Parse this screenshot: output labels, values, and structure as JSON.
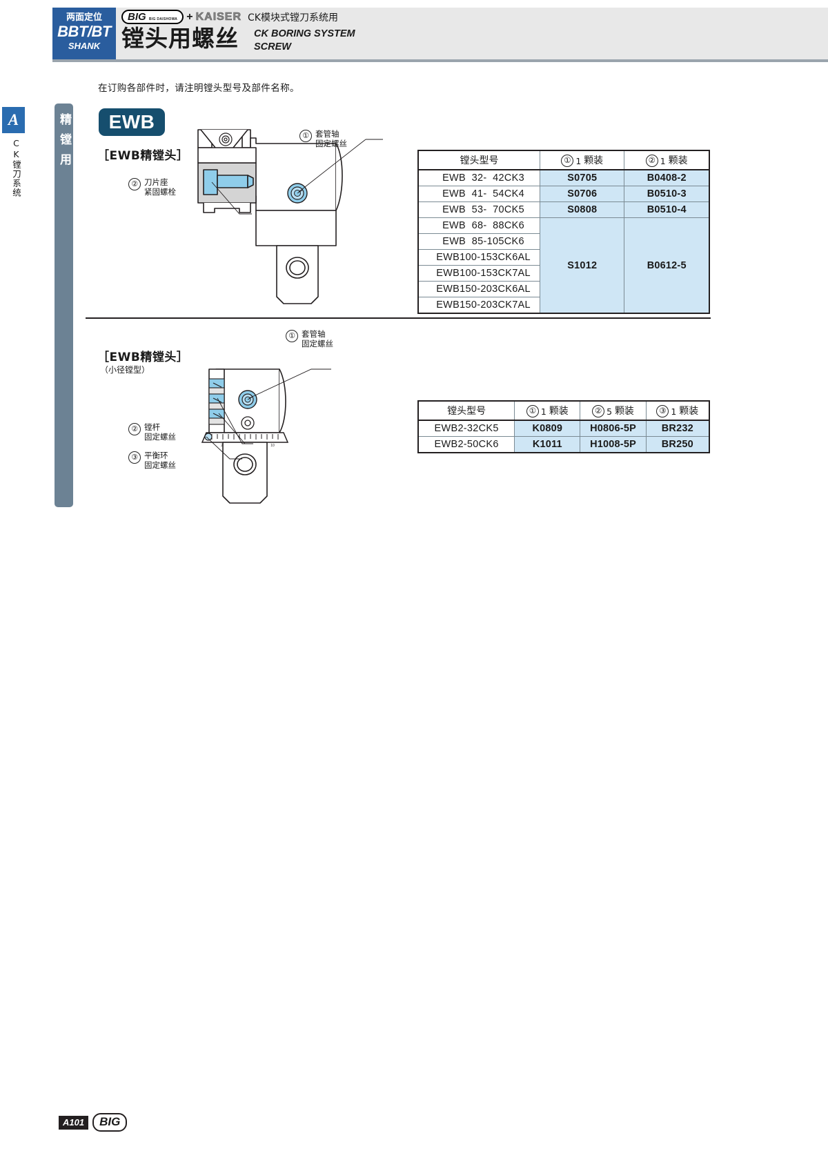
{
  "header": {
    "badge_line1": "两面定位",
    "badge_line2": "BBT/BT",
    "badge_line3": "SHANK",
    "brand_big": "BIG",
    "brand_big_sub": "BIG DAISHOWA",
    "brand_plus": "+",
    "brand_kaiser": "KAISER",
    "brand_tail": "CK模块式镗刀系统用",
    "title_cn": "镗头用螺丝",
    "title_en_line1": "CK BORING SYSTEM",
    "title_en_line2": "SCREW"
  },
  "sidebar": {
    "tab_letter": "A",
    "tab_label": "CK镗刀系统",
    "vertical_label": "精镗用"
  },
  "note": "在订购各部件时，请注明镗头型号及部件名称。",
  "section1": {
    "badge": "EWB",
    "caption": "［EWB精镗头］",
    "callouts": [
      {
        "num": "①",
        "text": "套管轴\n固定螺丝"
      },
      {
        "num": "②",
        "text": "刀片座\n紧固螺栓"
      }
    ]
  },
  "section2": {
    "caption": "［EWB精镗头］",
    "caption_sub": "（小径镗型）",
    "callouts": [
      {
        "num": "①",
        "text": "套管轴\n固定螺丝"
      },
      {
        "num": "②",
        "text": "镗杆\n固定螺丝"
      },
      {
        "num": "③",
        "text": "平衡环\n固定螺丝"
      }
    ]
  },
  "table1": {
    "headers": [
      {
        "circle": "",
        "cn": "镗头型号",
        "qty": ""
      },
      {
        "circle": "①",
        "cn": "颗装",
        "qty": "1"
      },
      {
        "circle": "②",
        "cn": "颗装",
        "qty": "1"
      }
    ],
    "rows": [
      {
        "model": "EWB  32-  42CK3",
        "col1": "S0705",
        "col2": "B0408-2"
      },
      {
        "model": "EWB  41-  54CK4",
        "col1": "S0706",
        "col2": "B0510-3"
      },
      {
        "model": "EWB  53-  70CK5",
        "col1": "S0808",
        "col2": "B0510-4"
      },
      {
        "model": "EWB  68-  88CK6",
        "col1": "",
        "col2": ""
      },
      {
        "model": "EWB  85-105CK6",
        "col1": "",
        "col2": ""
      },
      {
        "model": "EWB100-153CK6AL",
        "col1": "",
        "col2": ""
      },
      {
        "model": "EWB100-153CK7AL",
        "col1": "",
        "col2": ""
      },
      {
        "model": "EWB150-203CK6AL",
        "col1": "",
        "col2": ""
      },
      {
        "model": "EWB150-203CK7AL",
        "col1": "",
        "col2": ""
      }
    ],
    "merged_col1": "S1012",
    "merged_col2": "B0612-5"
  },
  "table2": {
    "headers": [
      {
        "circle": "",
        "cn": "镗头型号",
        "qty": ""
      },
      {
        "circle": "①",
        "cn": "颗装",
        "qty": "1"
      },
      {
        "circle": "②",
        "cn": "颗装",
        "qty": "5"
      },
      {
        "circle": "③",
        "cn": "颗装",
        "qty": "1"
      }
    ],
    "rows": [
      {
        "model": "EWB2-32CK5",
        "col1": "K0809",
        "col2": "H0806-5P",
        "col3": "BR232"
      },
      {
        "model": "EWB2-50CK6",
        "col1": "K1011",
        "col2": "H1008-5P",
        "col3": "BR250"
      }
    ]
  },
  "footer": {
    "page": "A101",
    "logo": "BIG"
  },
  "colors": {
    "header_badge": "#2a5d9e",
    "header_bg": "#e8e8e8",
    "ewb_badge": "#164e6e",
    "table_value_bg": "#cfe6f5",
    "sidebar": "#6c8294",
    "diagram_blue": "#8fcdea"
  }
}
